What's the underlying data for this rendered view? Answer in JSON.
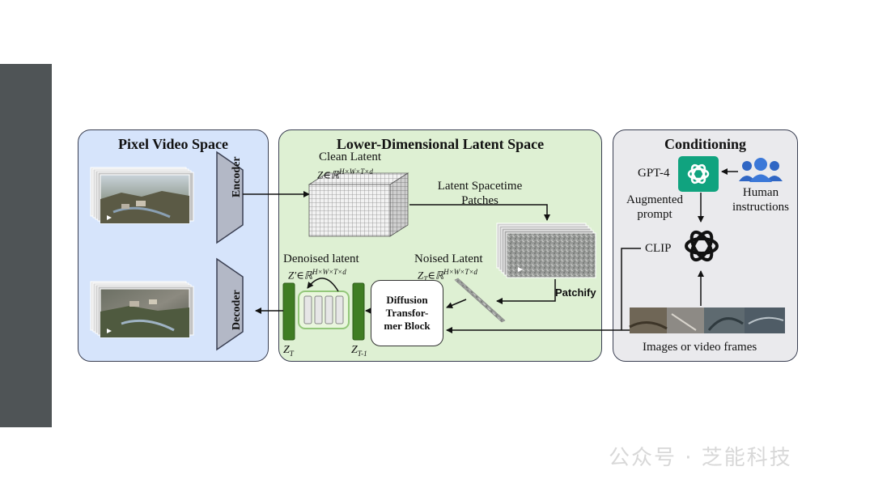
{
  "panels": {
    "pixel": {
      "title": "Pixel Video Space"
    },
    "latent": {
      "title": "Lower-Dimensional Latent Space"
    },
    "conditioning": {
      "title": "Conditioning"
    }
  },
  "labels": {
    "encoder": "Encoder",
    "decoder": "Decoder",
    "clean_latent": "Clean Latent",
    "clean_latent_math": "Z∈ℝ^{H×W×T×d}",
    "spacetime_patches": "Latent Spacetime Patches",
    "patchify": "Patchify",
    "noised_latent": "Noised Latent",
    "noised_latent_math": "Z_T∈ℝ^{H×W×T×d}",
    "denoised_latent": "Denoised latent",
    "denoised_latent_math": "Z′∈ℝ^{H×W×T×d}",
    "dit_block": "Diffusion\nTransfor-\nmer Block",
    "z_t": "Z_T",
    "z_t_minus_1": "Z_T-1",
    "gpt4": "GPT-4",
    "augmented_prompt": "Augmented prompt",
    "human_instructions": "Human instructions",
    "clip": "CLIP",
    "images_frames": "Images or video frames"
  },
  "watermark": "公众号 · 芝能科技",
  "colors": {
    "sidebar": "#4f5456",
    "pixel_panel": "#d6e4fb",
    "latent_panel": "#def0d3",
    "cond_panel": "#eaeaed",
    "openai_green": "#10a37f",
    "latent_bar": "#3f7d23",
    "person_blue": "#3b78d8"
  }
}
